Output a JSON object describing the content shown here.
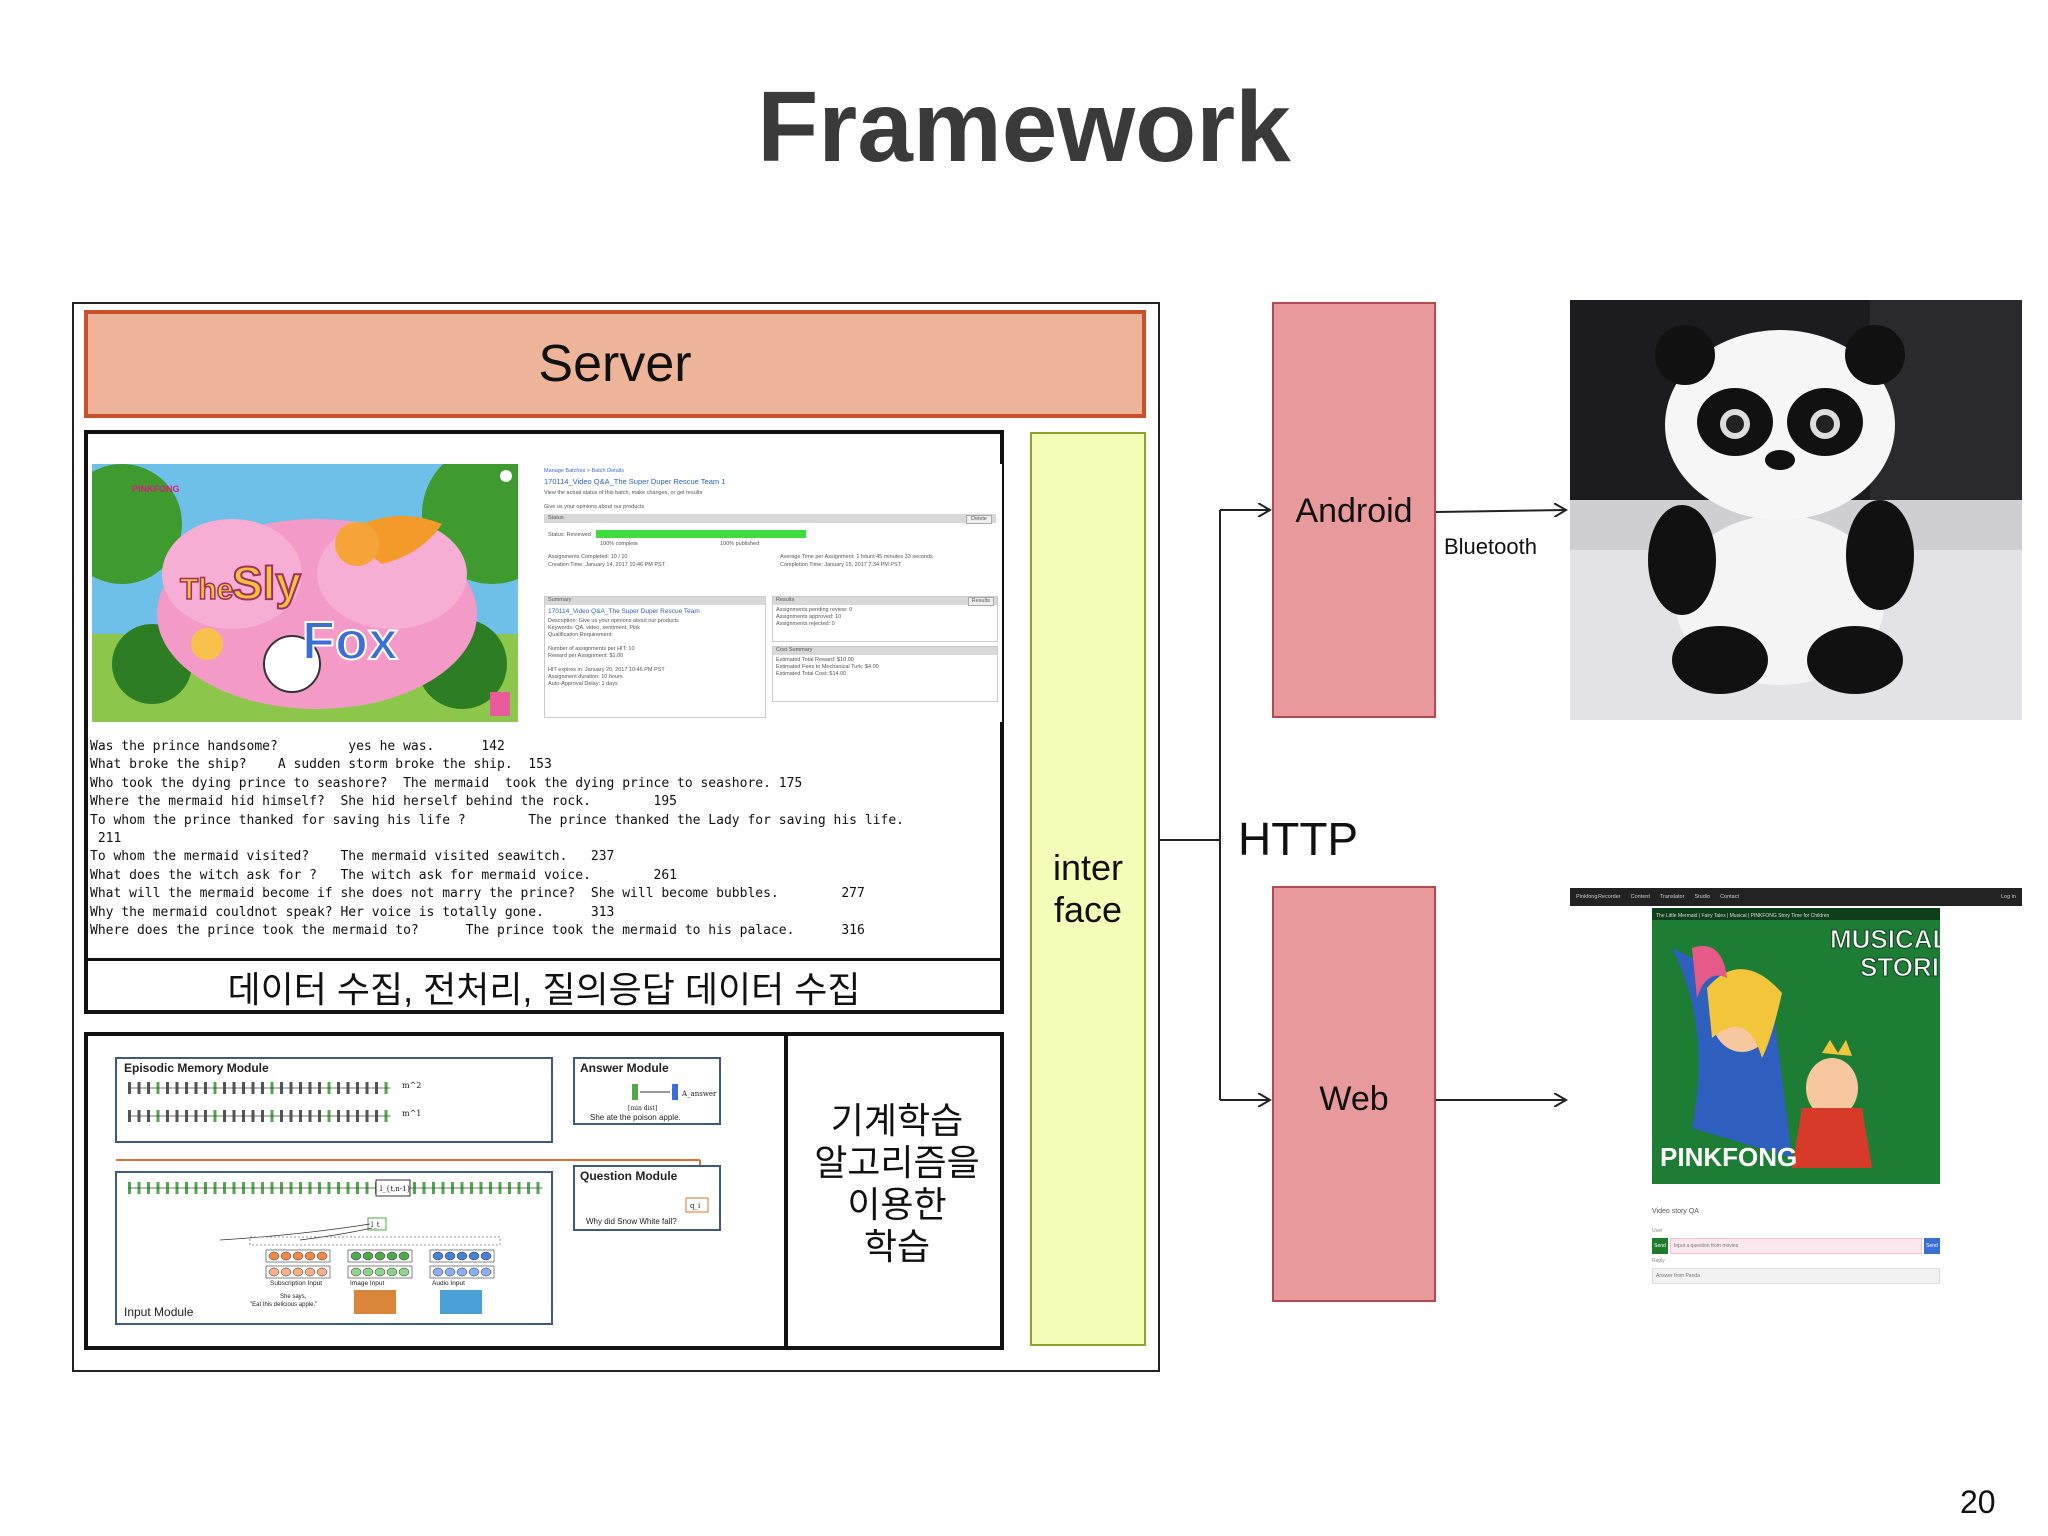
{
  "title": "Framework",
  "server_label": "Server",
  "data_caption": "데이터 수집, 전처리, 질의응답 데이터 수집",
  "ml_caption_lines": [
    "기계학습",
    "알고리즘을",
    "이용한",
    "학습"
  ],
  "interface_lines": [
    "inter",
    "face"
  ],
  "android_label": "Android",
  "web_label": "Web",
  "http_label": "HTTP",
  "bluetooth_label": "Bluetooth",
  "page_number": "20",
  "thumbnail": {
    "brand": "PINKFONG",
    "title_words": [
      "The",
      "Sly",
      "Fox"
    ]
  },
  "mturk": {
    "breadcrumb": "Manage Batches > Batch Details",
    "batch_title": "170114_Video Q&A_The Super Duper Rescue Team 1",
    "batch_subtitle": "View the actual status of this batch, make changes, or get results",
    "section1": "Give us your opinions about our products",
    "status_header": "Status",
    "status_button": "Delete",
    "status_row_label": "Status: Reviewed",
    "bar_caption_left": "100% complete",
    "bar_caption_right": "100% published",
    "bar_fraction": 1.0,
    "lines_left": [
      "Assignments Completed:  10 / 10",
      "Creation Time:   January 14, 2017 10:46 PM PST"
    ],
    "lines_right": [
      "Average Time per Assignment: 1 hours 45 minutes 33 seconds",
      "Completion Time:   January 15, 2017 7:34 PM PST"
    ],
    "project_header": "Summary",
    "project_title": "170114_Video Q&A_The Super Duper Rescue Team",
    "project_lines": [
      "Description:   Give us your opinions about our products",
      "Keywords:   QA, video, sentiment, Pink",
      "Qualification Requirement:",
      "",
      "Number of assignments per HIT:   10",
      "Reward per Assignment:   $1.00",
      "",
      "HIT expires in:   January 20, 2017 10:46 PM PST",
      "Assignment duration:   10 hours",
      "Auto-Approval Delay:   1 days"
    ],
    "results_header": "Results",
    "results_button": "Results",
    "results_lines": [
      "Assignments pending review:  0",
      "Assignments approved:  10",
      "Assignments rejected:  0"
    ],
    "cost_header": "Cost Summary",
    "cost_lines": [
      "Estimated Total Reward:   $10.00",
      "Estimated Fees to Mechanical Turk:   $4.00",
      "Estimated Total Cost:   $14.00"
    ]
  },
  "qa_lines": [
    "Was the prince handsome?         yes he was.      142",
    "What broke the ship?    A sudden storm broke the ship.  153",
    "Who took the dying prince to seashore?  The mermaid  took the dying prince to seashore. 175",
    "Where the mermaid hid himself?  She hid herself behind the rock.        195",
    "To whom the prince thanked for saving his life ?        The prince thanked the Lady for saving his life.",
    " 211",
    "To whom the mermaid visited?    The mermaid visited seawitch.   237",
    "What does the witch ask for ?   The witch ask for mermaid voice.        261",
    "What will the mermaid become if she does not marry the prince?  She will become bubbles.        277",
    "Why the mermaid couldnot speak? Her voice is totally gone.      313",
    "Where does the prince took the mermaid to?      The prince took the mermaid to his palace.      316"
  ],
  "model": {
    "episodic_label": "Episodic Memory Module",
    "answer_label": "Answer Module",
    "answer_text": "She ate the poison apple.",
    "answer_sub": "A_answer",
    "answer_box": "[min dist]",
    "question_label": "Question Module",
    "question_text": "Why did Snow White fall?",
    "question_var": "q_i",
    "input_label": "Input Module",
    "subscription_label": "Subscription Input",
    "image_label": "Image Input",
    "audio_label": "Audio Input",
    "quote_line1": "She says,",
    "quote_line2": "\"Eat this delicious apple.\"",
    "memory_top": "m^2",
    "memory_bottom": "m^1",
    "loop_label": "l_{t,n-1}",
    "step_label": "l_t"
  },
  "web_page": {
    "nav_brand": "Pinkfong",
    "nav_items": [
      "Recorder",
      "Content",
      "Translator",
      "Studio",
      "Contact"
    ],
    "nav_right": "Log in",
    "video_title": "The Little Mermaid | Fairy Tales | Musical | PINKFONG Story Time for Children",
    "musical_line1": "MUSICAL",
    "musical_line2": "STORIES",
    "brand": "PINKFONG",
    "section_label": "Video story QA",
    "user_label": "User",
    "send_left": "Send",
    "input_placeholder": "Input a question from movies",
    "send_right": "Send",
    "reply_label": "Reply",
    "answer_placeholder": "Answer from Panda"
  },
  "colors": {
    "server_fill": "#edb49a",
    "server_border": "#c9522c",
    "box_fill": "#e8999c",
    "interface_fill": "#f3fdb7",
    "progress_green": "#3fdc3f",
    "web_green": "#1f7a2a"
  }
}
